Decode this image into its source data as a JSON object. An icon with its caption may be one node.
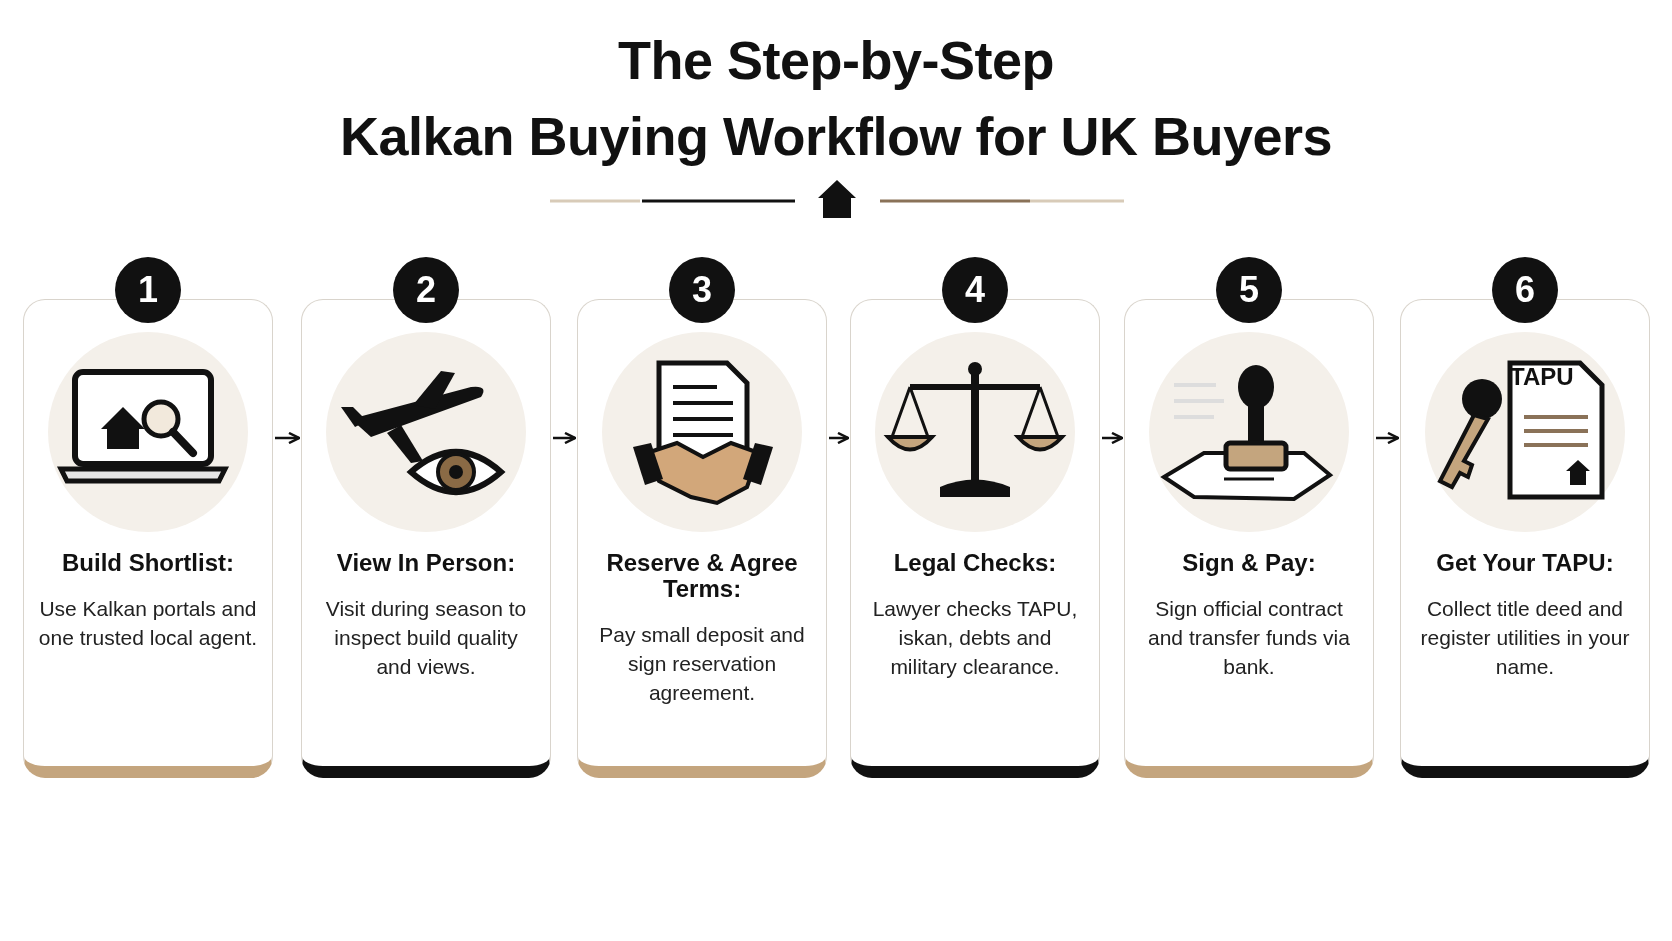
{
  "diagram": {
    "title": "The Step-by-Step Kalkan Buying Workflow for UK Buyers",
    "nodes": [
      {
        "text": [
          "Build Shortlist:",
          "Use Kalkan portals and one trusted local agent."
        ],
        "beside": [
          "1"
        ]
      },
      {
        "text": [
          "View In Person:",
          "Visit during season to inspect build quality and views."
        ],
        "beside": [
          "2"
        ]
      },
      {
        "text": [
          "Reserve & Agree Terms:",
          "Pay small deposit and sign reservation agreement."
        ],
        "beside": [
          "3"
        ]
      },
      {
        "text": [
          "Legal Checks:",
          "Lawyer checks TAPU, iskan, debts and military clearance."
        ],
        "beside": [
          "4"
        ]
      },
      {
        "text": [
          "Sign & Pay:",
          "Sign official contract and transfer funds via bank."
        ],
        "beside": [
          "5"
        ]
      },
      {
        "text": [
          "Get Your TAPU:",
          "Collect title deed and register utilities in your name."
        ],
        "beside": [
          "6"
        ]
      }
    ],
    "edges": [
      {
        "from": 0,
        "to": 1,
        "arrow": "to"
      },
      {
        "from": 1,
        "to": 2,
        "arrow": "to"
      },
      {
        "from": 2,
        "to": 3,
        "arrow": "to"
      },
      {
        "from": 3,
        "to": 4,
        "arrow": "to"
      },
      {
        "from": 4,
        "to": 5,
        "arrow": "to"
      }
    ],
    "labels": [
      "TAPU"
    ]
  }
}
